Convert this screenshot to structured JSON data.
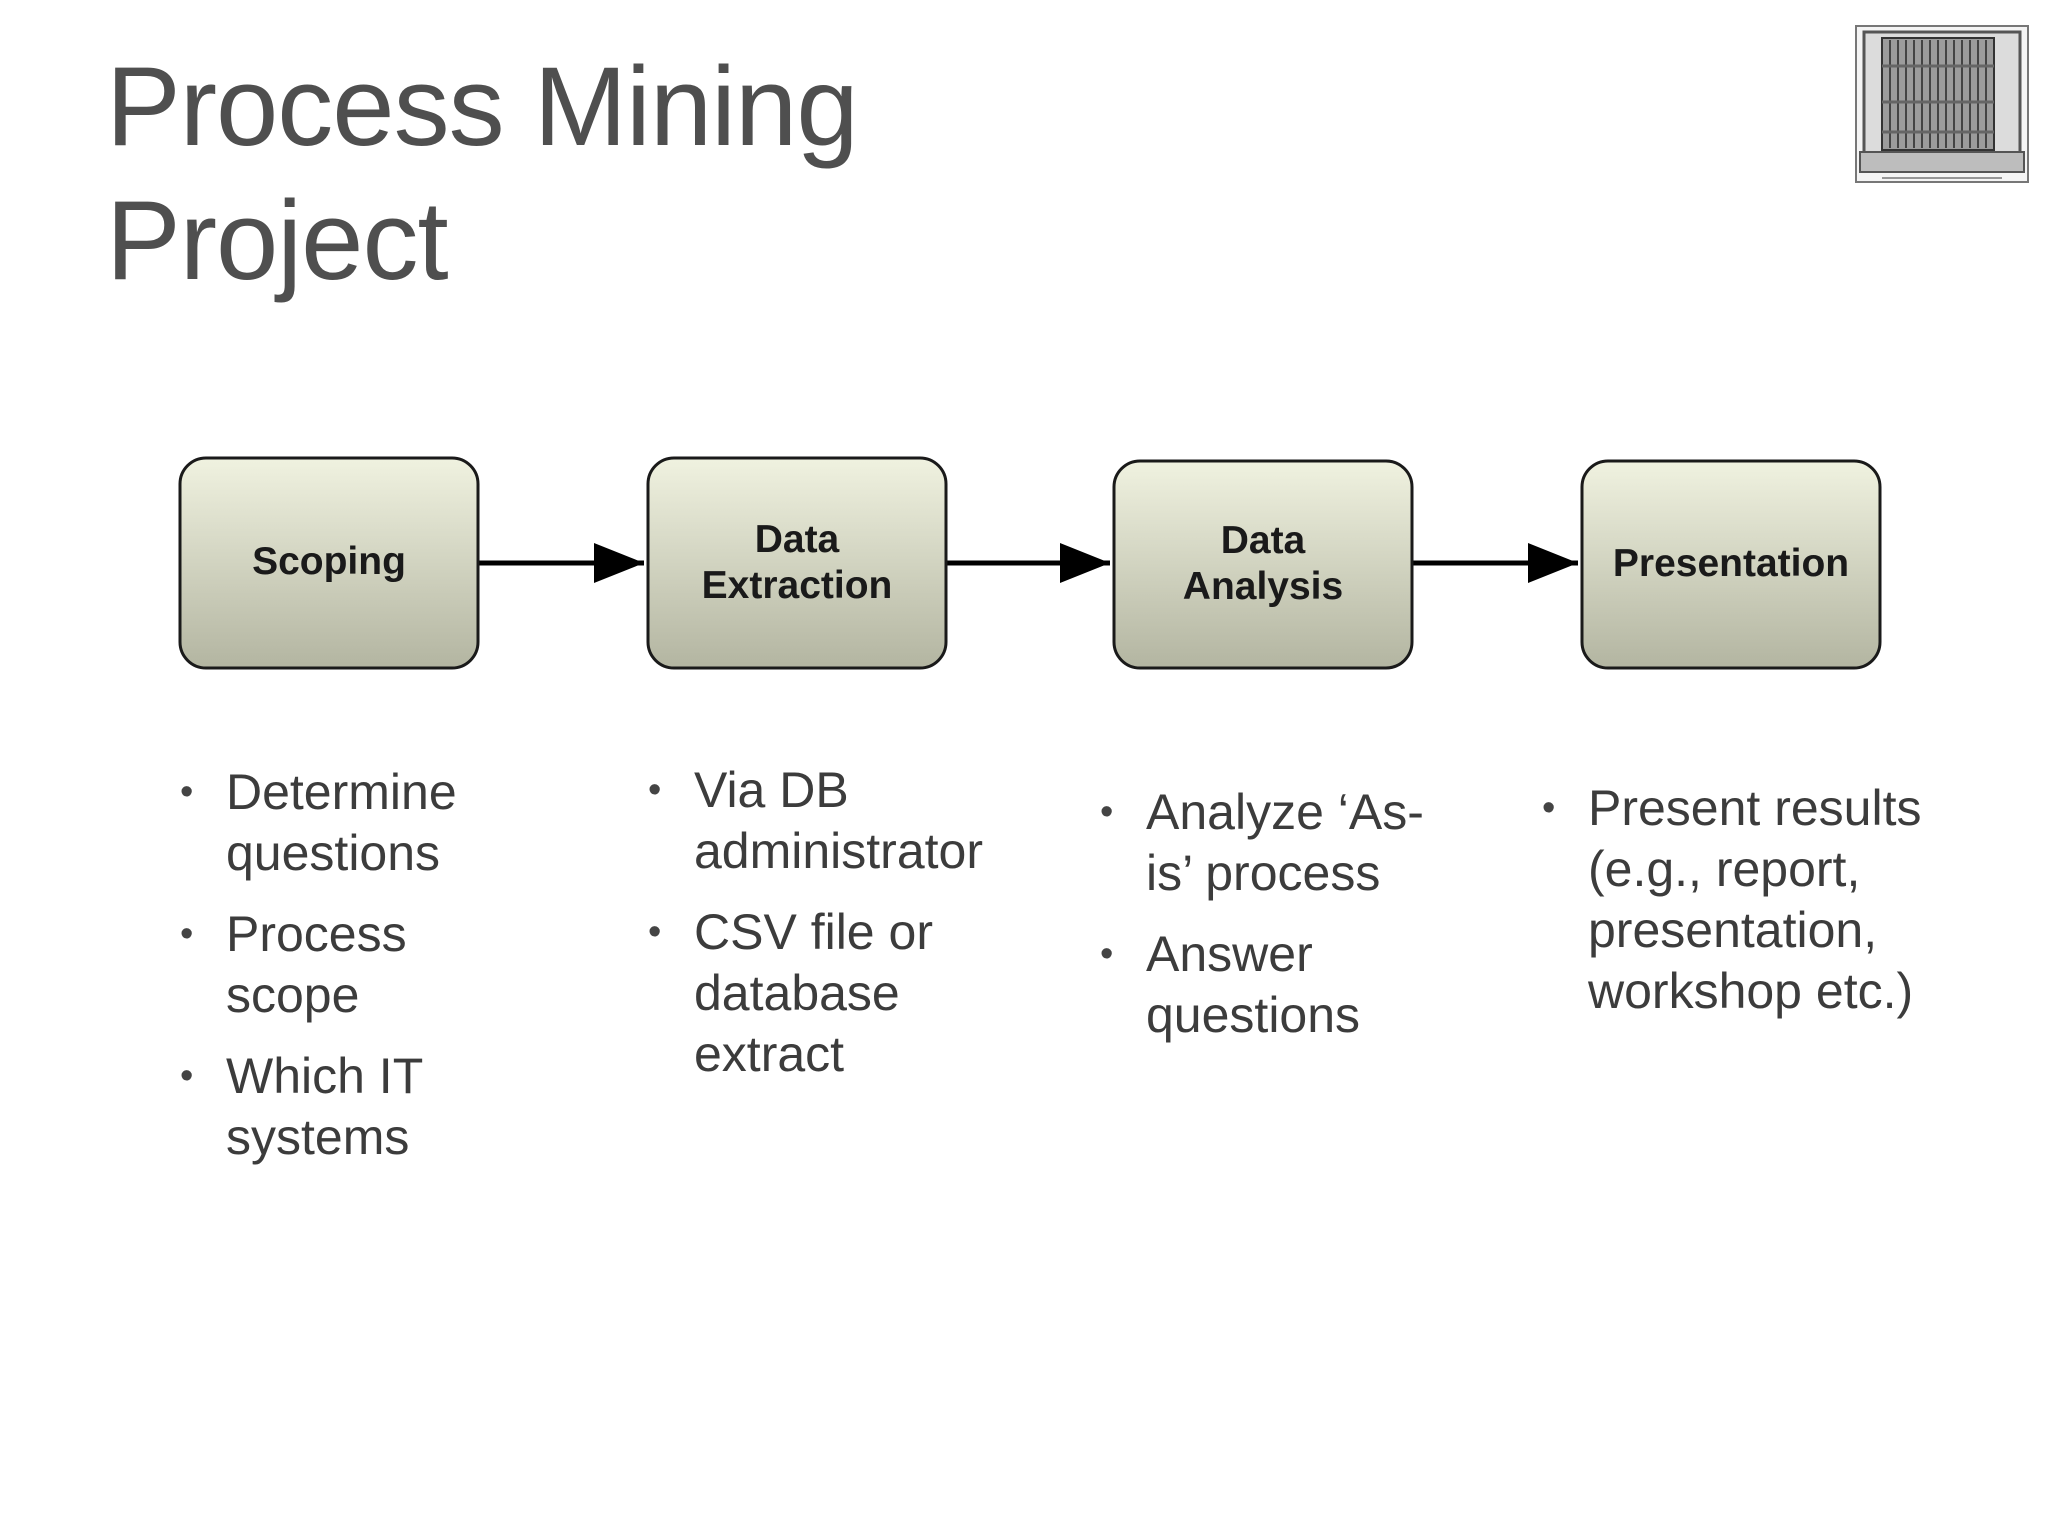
{
  "title": {
    "line1": "Process Mining",
    "line2": "Project"
  },
  "logo": {
    "icon": "loom-frame-icon"
  },
  "steps": [
    {
      "line1": "Scoping",
      "line2": ""
    },
    {
      "line1": "Data",
      "line2": "Extraction"
    },
    {
      "line1": "Data",
      "line2": "Analysis"
    },
    {
      "line1": "Presentation",
      "line2": ""
    }
  ],
  "columns": [
    {
      "bullets": [
        "Determine questions",
        "Process scope",
        "Which IT systems"
      ]
    },
    {
      "bullets": [
        "Via DB administrator",
        "CSV file or database extract"
      ]
    },
    {
      "bullets": [
        "Analyze ‘As-is’ process",
        "Answer questions"
      ]
    },
    {
      "bullets": [
        "Present results (e.g., report, presentation, workshop etc.)"
      ]
    }
  ],
  "colors": {
    "title": "#4f4f4f",
    "box_top": "#f0f2e0",
    "box_bottom": "#b3b5a1",
    "box_border": "#1a1a1a",
    "arrow": "#000000",
    "bullet_text": "#3c3c3c"
  }
}
